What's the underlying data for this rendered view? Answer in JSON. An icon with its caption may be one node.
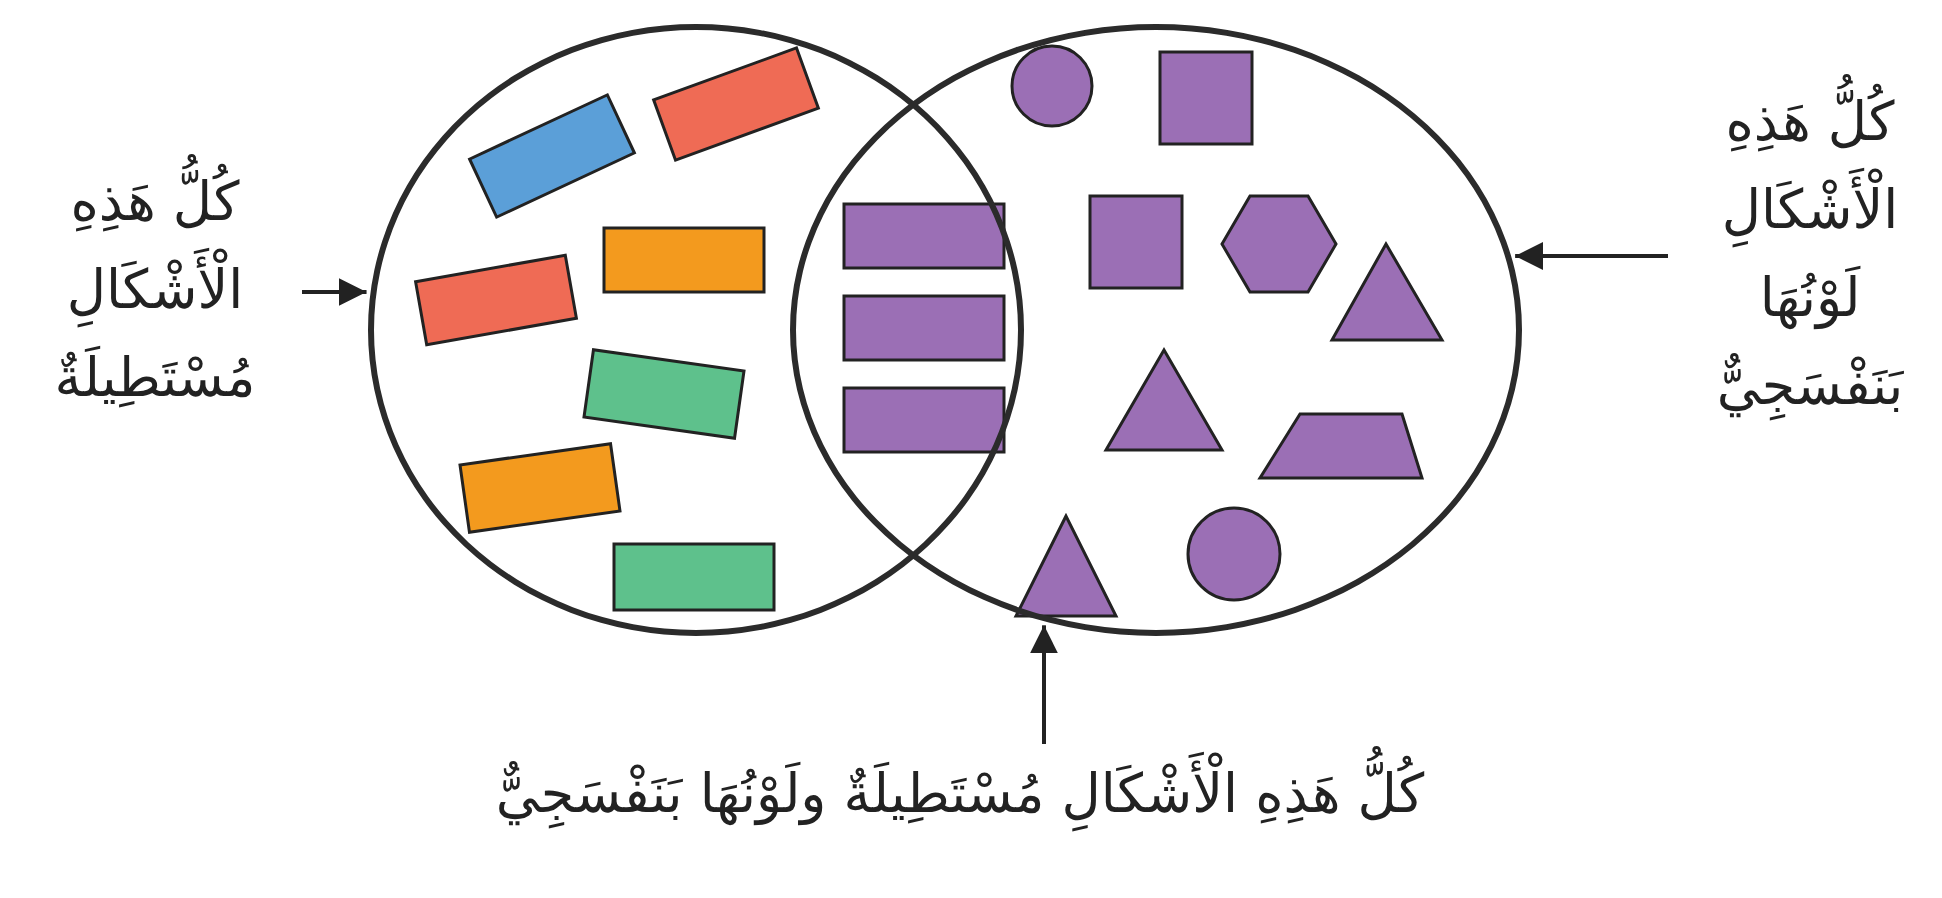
{
  "diagram": {
    "nodes": [
      {
        "text": [
          "كُلُّ هَذِهِ الْأَشْكَالِ مُسْتَطِيلَةٌ"
        ]
      },
      {
        "text": [],
        "shape": "circle"
      },
      {
        "text": [],
        "shape": "circle"
      },
      {
        "text": [
          "كُلُّ هَذِهِ الْأَشْكَالِ لَوْنُهَا بَنَفْسَجِيٌّ"
        ]
      },
      {
        "text": [
          "كُلُّ هَذِهِ الْأَشْكَالِ مُسْتَطِيلَةٌ ولَوْنُهَا بَنَفْسَجِيٌّ"
        ]
      }
    ],
    "edges": [
      {
        "from": 0,
        "to": 1,
        "arrow": "to"
      },
      {
        "from": 3,
        "to": 2,
        "arrow": "to"
      },
      {
        "from": 4,
        "to": 2,
        "arrow": "to"
      }
    ]
  }
}
